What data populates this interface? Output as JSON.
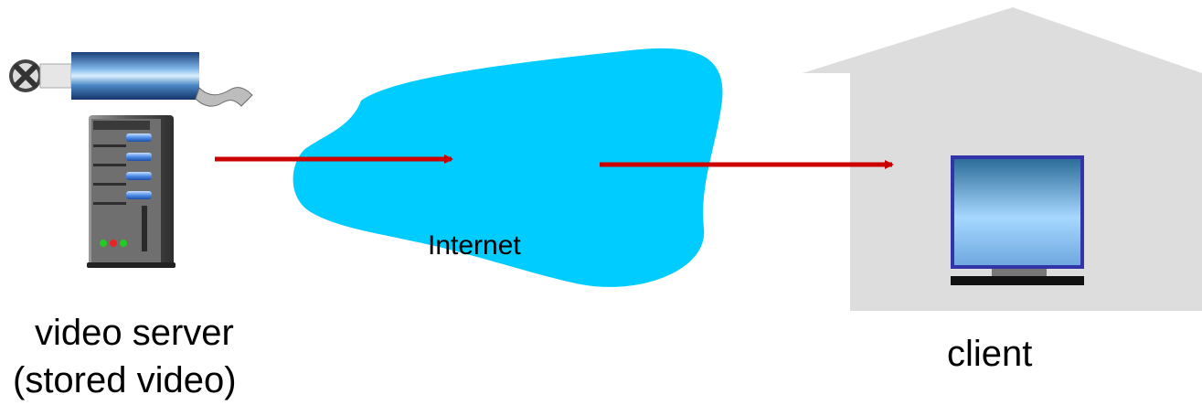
{
  "server": {
    "label": "video server",
    "sublabel": "(stored video)"
  },
  "network": {
    "label": "Internet"
  },
  "client": {
    "label": "client"
  },
  "colors": {
    "cloud": "#00ccff",
    "arrow": "#cc0000",
    "house": "#dddddd",
    "monitor_frame": "#3333aa"
  }
}
